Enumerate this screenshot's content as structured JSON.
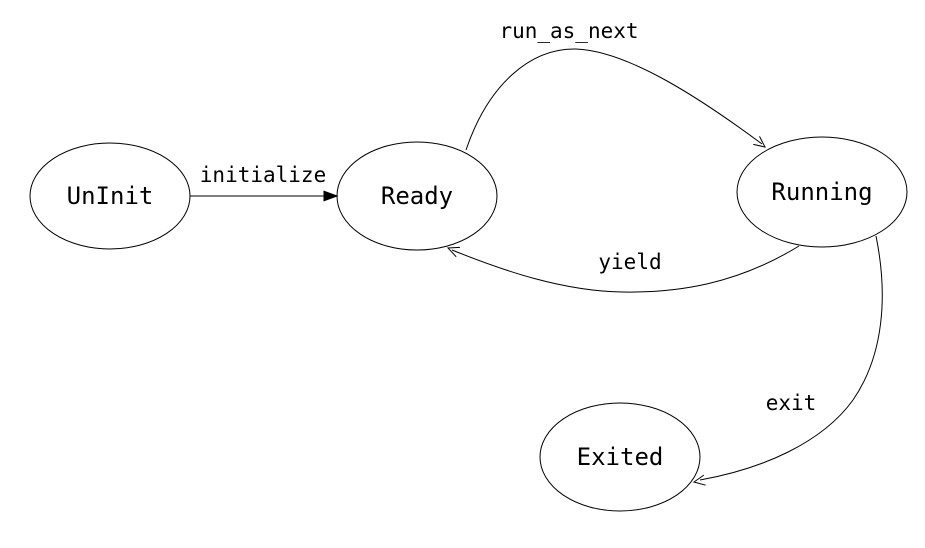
{
  "diagram": {
    "type": "state-machine-diagram",
    "background_color": "#ffffff",
    "stroke_color": "#000000",
    "text_color": "#000000",
    "nodes": [
      {
        "id": "uninit",
        "label": "UnInit"
      },
      {
        "id": "ready",
        "label": "Ready"
      },
      {
        "id": "running",
        "label": "Running"
      },
      {
        "id": "exited",
        "label": "Exited"
      }
    ],
    "edges": [
      {
        "from": "UnInit",
        "to": "Ready",
        "label": "initialize",
        "arrowhead": "filled"
      },
      {
        "from": "Ready",
        "to": "Running",
        "label": "run_as_next",
        "arrowhead": "open"
      },
      {
        "from": "Running",
        "to": "Ready",
        "label": "yield",
        "arrowhead": "open"
      },
      {
        "from": "Running",
        "to": "Exited",
        "label": "exit",
        "arrowhead": "open"
      }
    ]
  }
}
